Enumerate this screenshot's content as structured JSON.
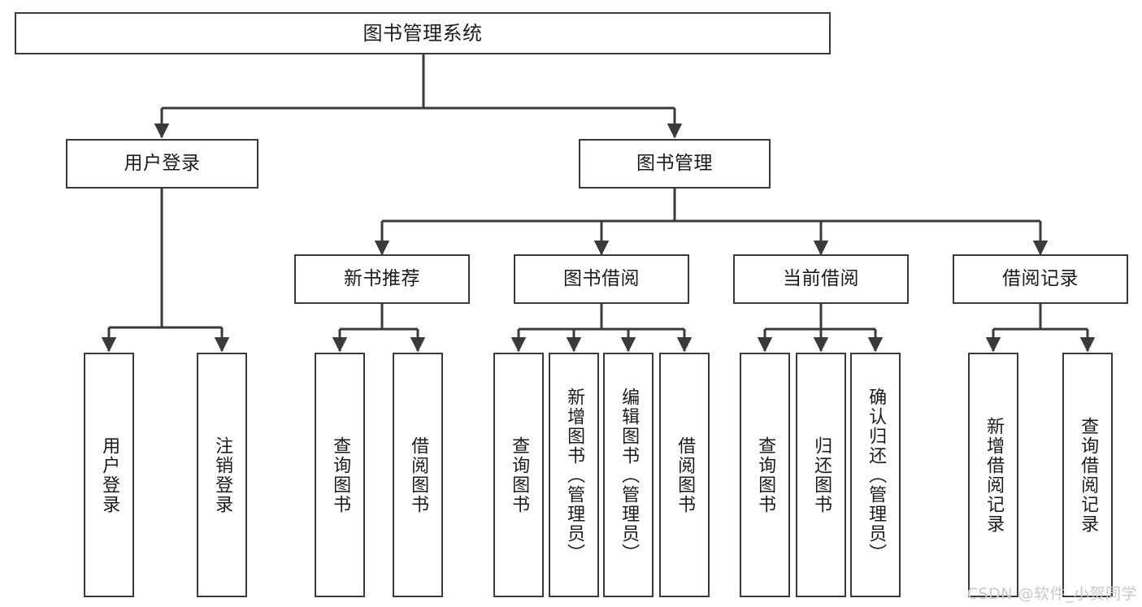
{
  "diagram": {
    "title": "图书管理系统",
    "type": "tree-hierarchy-chart",
    "stroke_color": "#3a3a3a",
    "background_color": "#ffffff",
    "text_color": "#1b1b1b"
  },
  "nodes": {
    "root": {
      "label": "图书管理系统"
    },
    "level2": [
      {
        "label": "用户登录"
      },
      {
        "label": "图书管理"
      }
    ],
    "level3": [
      {
        "label": "新书推荐"
      },
      {
        "label": "图书借阅"
      },
      {
        "label": "当前借阅"
      },
      {
        "label": "借阅记录"
      }
    ],
    "leaves": {
      "user_login": [
        {
          "label": "用户登录"
        },
        {
          "label": "注销登录"
        }
      ],
      "new_book_recommend": [
        {
          "label": "查询图书"
        },
        {
          "label": "借阅图书"
        }
      ],
      "book_borrow": [
        {
          "label": "查询图书"
        },
        {
          "label": "新增图书（管理员）"
        },
        {
          "label": "编辑图书（管理员）"
        },
        {
          "label": "借阅图书"
        }
      ],
      "current_borrow": [
        {
          "label": "查询图书"
        },
        {
          "label": "归还图书"
        },
        {
          "label": "确认归还（管理员）"
        }
      ],
      "borrow_record": [
        {
          "label": "新增借阅记录"
        },
        {
          "label": "查询借阅记录"
        }
      ]
    }
  },
  "watermark": {
    "text": "CSDN @软件_小贺同学"
  }
}
